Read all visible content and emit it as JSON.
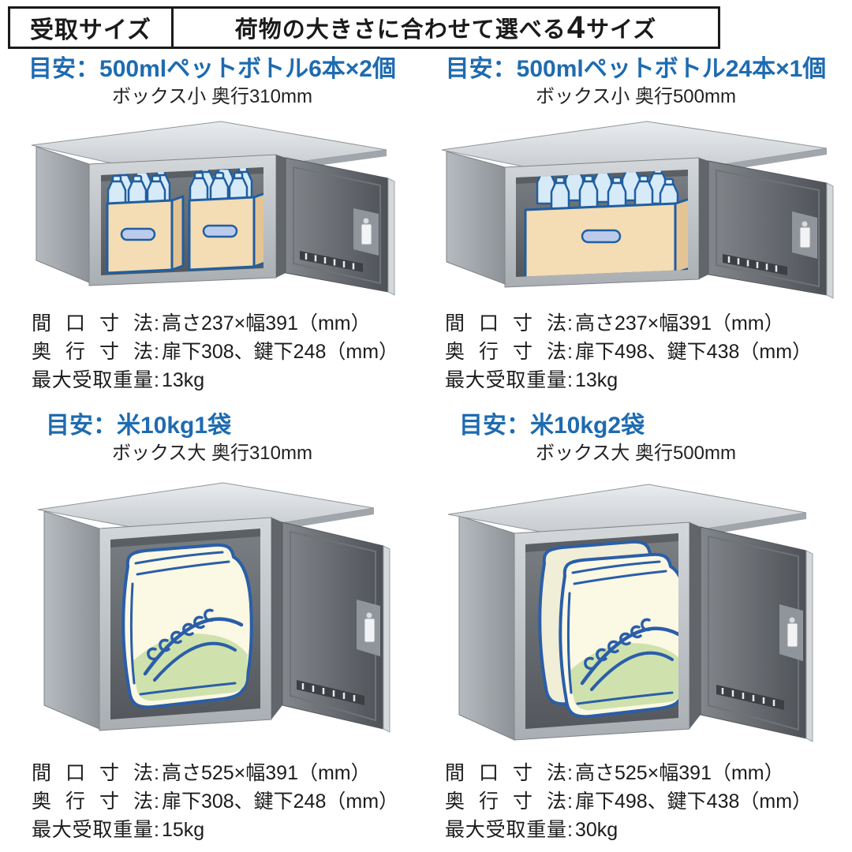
{
  "ui": {
    "spec_colon": ":"
  },
  "header": {
    "tag": "受取サイズ",
    "title_pre": "荷物の大きさに合わせて選べる",
    "title_num": "4",
    "title_post": "サイズ"
  },
  "cards": [
    {
      "title": "目安：500mlペットボトル6本×2個",
      "subtitle": "ボックス小 奥行310mm",
      "illustration": "small-box-depth310-two-bottle-cartons",
      "specs": [
        {
          "label": "間 口 寸 法",
          "value": "高さ237×幅391（mm）"
        },
        {
          "label": "奥 行 寸 法",
          "value": "扉下308、鍵下248（mm）"
        },
        {
          "label": "最大受取重量",
          "value": "13kg"
        }
      ]
    },
    {
      "title": "目安：500mlペットボトル24本×1個",
      "subtitle": "ボックス小 奥行500mm",
      "illustration": "small-box-depth500-one-bottle-carton",
      "specs": [
        {
          "label": "間 口 寸 法",
          "value": "高さ237×幅391（mm）"
        },
        {
          "label": "奥 行 寸 法",
          "value": "扉下498、鍵下438（mm）"
        },
        {
          "label": "最大受取重量",
          "value": "13kg"
        }
      ]
    },
    {
      "title": "目安：米10kg1袋",
      "subtitle": "ボックス大 奥行310mm",
      "illustration": "large-box-depth310-one-rice-bag",
      "specs": [
        {
          "label": "間 口 寸 法",
          "value": "高さ525×幅391（mm）"
        },
        {
          "label": "奥 行 寸 法",
          "value": "扉下308、鍵下248（mm）"
        },
        {
          "label": "最大受取重量",
          "value": "15kg"
        }
      ]
    },
    {
      "title": "目安：米10kg2袋",
      "subtitle": "ボックス大 奥行500mm",
      "illustration": "large-box-depth500-two-rice-bags",
      "specs": [
        {
          "label": "間 口 寸 法",
          "value": "高さ525×幅391（mm）"
        },
        {
          "label": "奥 行 寸 法",
          "value": "扉下498、鍵下438（mm）"
        },
        {
          "label": "最大受取重量",
          "value": "30kg"
        }
      ]
    }
  ],
  "colors": {
    "accent_blue": "#1e6bb0",
    "line_blue": "#1f5fa0",
    "carton_tan": "#f4dcb4",
    "bag_cream": "#fbf8e4",
    "bag_green": "#cfe2ad"
  }
}
